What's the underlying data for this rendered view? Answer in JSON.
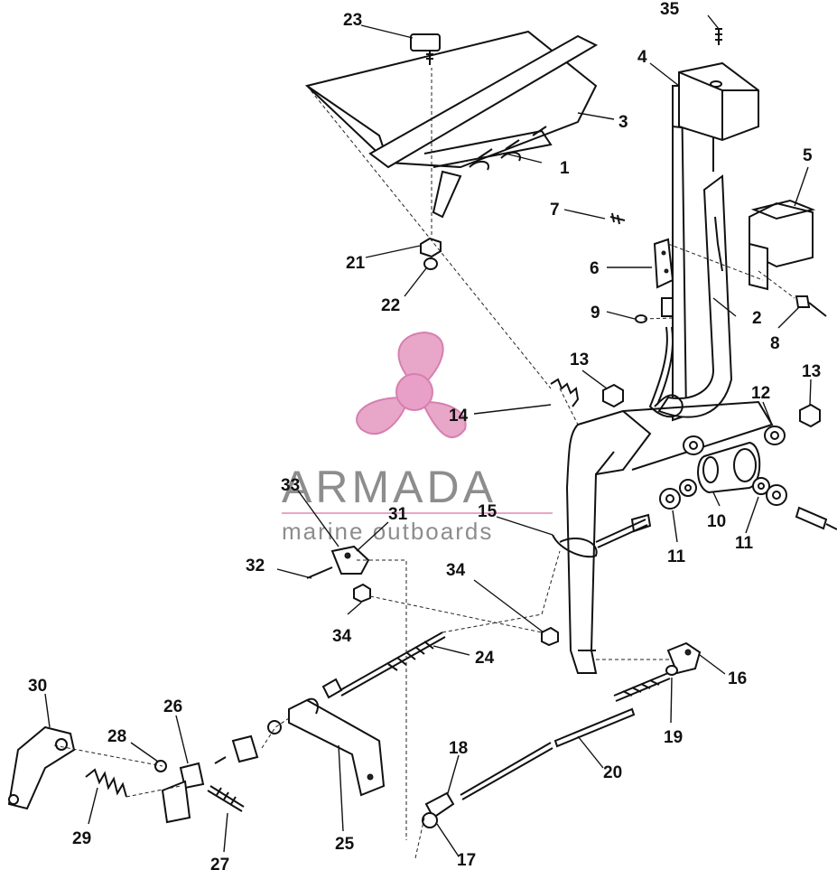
{
  "watermark": {
    "brand": "ARMADA",
    "tagline": "marine outboards",
    "color": "#e8a6c9"
  },
  "callouts": [
    "1",
    "2",
    "3",
    "4",
    "5",
    "6",
    "7",
    "8",
    "9",
    "10",
    "11",
    "11",
    "12",
    "13",
    "13",
    "14",
    "15",
    "16",
    "17",
    "18",
    "19",
    "20",
    "21",
    "22",
    "23",
    "24",
    "25",
    "26",
    "27",
    "28",
    "29",
    "30",
    "31",
    "32",
    "33",
    "34",
    "34",
    "35"
  ]
}
